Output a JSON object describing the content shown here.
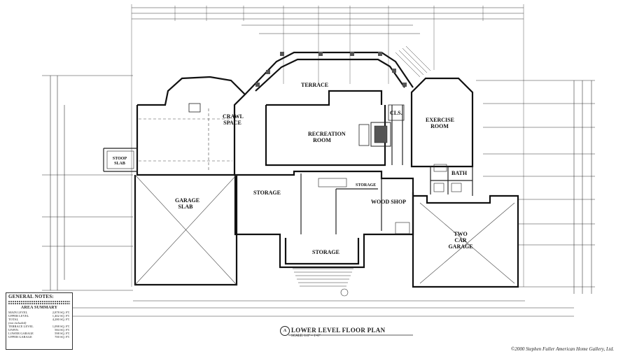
{
  "title": "LOWER LEVEL FLOOR PLAN",
  "title_marker": "A",
  "scale": "SCALE: 1/4\" = 1'-0\"",
  "copyright": "©2000 Stephen Fuller American Home Gallery, Ltd.",
  "rooms": {
    "terrace": "TERRACE",
    "crawl_space": "CRAWL SPACE",
    "recreation_room": "RECREATION ROOM",
    "exercise_room": "EXERCISE ROOM",
    "cls": "CLS.",
    "stoop_slab": "STOOP SLAB",
    "garage_slab": "GARAGE SLAB",
    "storage_left": "STORAGE",
    "wood_shop": "WOOD SHOP",
    "bath": "BATH",
    "two_car_garage": "TWO CAR GARAGE",
    "storage_bottom": "STORAGE",
    "storage_small": "STORAGE"
  },
  "general_notes": {
    "heading": "GENERAL NOTES:",
    "area_heading": "AREA SUMMARY",
    "rows": [
      {
        "label": "MAIN LEVEL",
        "value": "2,878 SQ. FT."
      },
      {
        "label": "UPPER LEVEL",
        "value": "1,402 SQ. FT."
      },
      {
        "label": "TOTAL",
        "value": "4,280 SQ. FT."
      }
    ],
    "not_included": "(not included)",
    "rows2": [
      {
        "label": "TERRACE LEVEL",
        "value": "1,098 SQ. FT."
      },
      {
        "label": "UNFIN.",
        "value": "584 SQ. FT."
      },
      {
        "label": "LOWER GARAGE",
        "value": "598 SQ. FT."
      },
      {
        "label": "UPPER GARAGE",
        "value": "700 SQ. FT."
      }
    ]
  }
}
